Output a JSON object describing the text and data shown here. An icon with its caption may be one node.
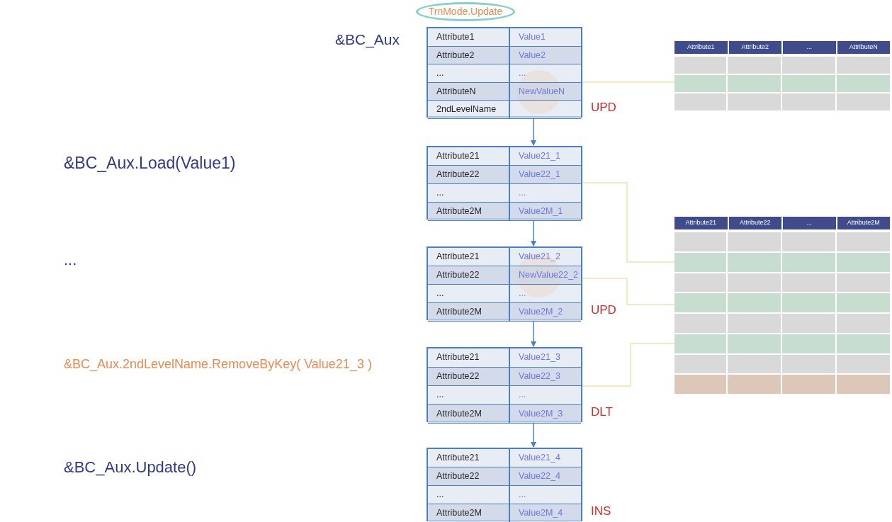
{
  "diagram": {
    "nodes": [
      {
        "text": [
          "TrnMode.Update"
        ]
      },
      {
        "text": [
          "Attribute1",
          "Value1",
          "Attribute2",
          "Value2",
          "...",
          "...",
          "AttributeN",
          "NewValueN",
          "2ndLevelName"
        ],
        "beside": [
          "UPD"
        ]
      },
      {
        "text": [
          "Attribute21",
          "Value21_1",
          "Attribute22",
          "Value22_1",
          "...",
          "...",
          "Attribute2M",
          "Value2M_1"
        ]
      },
      {
        "text": [
          "Attribute21",
          "Value21_2",
          "Attribute22",
          "NewValue22_2",
          "...",
          "...",
          "Attribute2M",
          "Value2M_2"
        ],
        "beside": [
          "UPD"
        ]
      },
      {
        "text": [
          "Attribute21",
          "Value21_3",
          "Attribute22",
          "Value22_3",
          "...",
          "...",
          "Attribute2M",
          "Value2M_3"
        ],
        "beside": [
          "DLT"
        ]
      },
      {
        "text": [
          "Attribute21",
          "Value21_4",
          "Attribute22",
          "Value22_4",
          "...",
          "...",
          "Attribute2M",
          "Value2M_4"
        ],
        "beside": [
          "INS"
        ]
      },
      {
        "text": [
          "Attribute1",
          "Attribute2",
          "...",
          "AttributeN"
        ]
      },
      {
        "text": [
          "Attribute21",
          "Attribute22",
          "...",
          "Attribute2M"
        ]
      }
    ],
    "edges": [
      {
        "from": 1,
        "to": 2,
        "arrow": "to"
      },
      {
        "from": 2,
        "to": 3,
        "arrow": "to"
      },
      {
        "from": 3,
        "to": 4,
        "arrow": "to"
      },
      {
        "from": 4,
        "to": 5,
        "arrow": "to"
      },
      {
        "from": 1,
        "to": 6,
        "arrow": "none",
        "color": "#f5dfae"
      },
      {
        "from": 2,
        "to": 7,
        "arrow": "none",
        "color": "#f5dfae"
      },
      {
        "from": 3,
        "to": 7,
        "arrow": "none",
        "color": "#f5dfae"
      },
      {
        "from": 4,
        "to": 7,
        "arrow": "none",
        "color": "#f5dfae"
      }
    ],
    "labels": [
      "&BC_Aux",
      "&BC_Aux.Load(Value1)",
      "...",
      "&BC_Aux.2ndLevelName.RemoveByKey( Value21_3 )",
      "&BC_Aux.Update()"
    ]
  }
}
